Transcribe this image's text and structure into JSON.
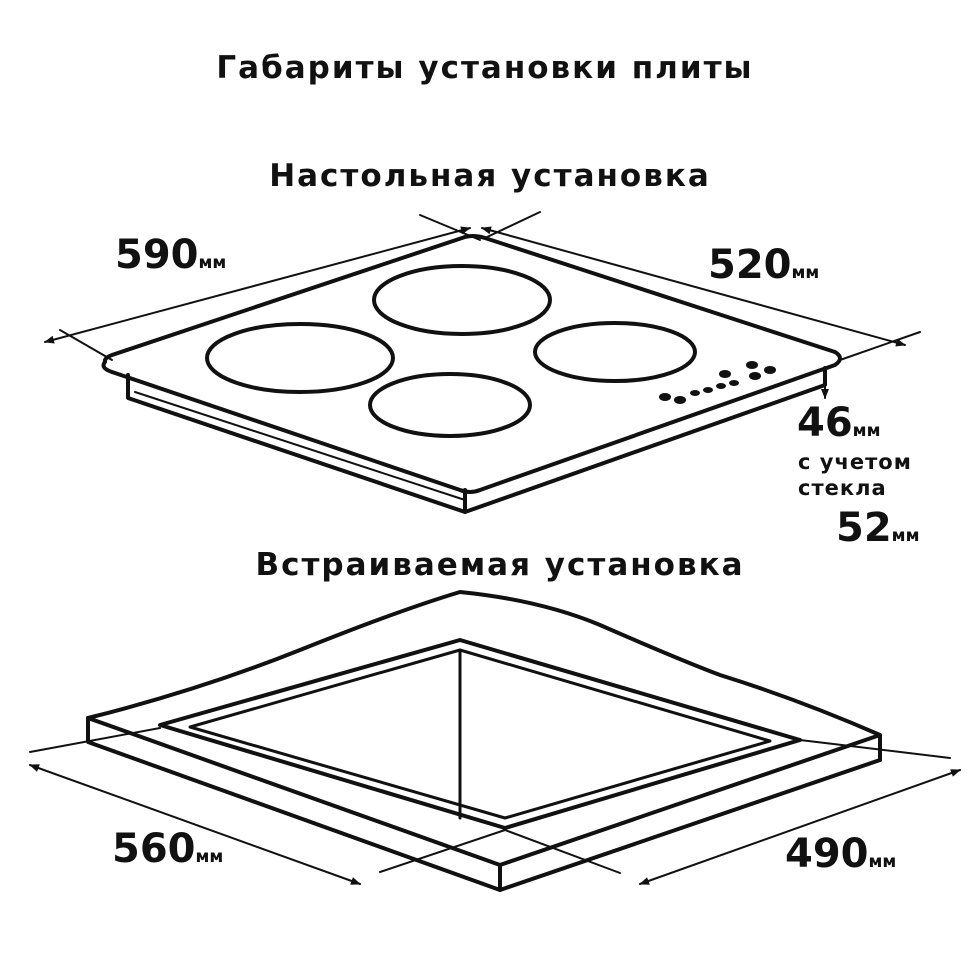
{
  "title": "Габариты установки плиты",
  "surface": {
    "heading": "Настольная установка",
    "width": "590",
    "depth": "520",
    "height": "46",
    "height_note": [
      "с учетом",
      "стекла"
    ],
    "height_with_glass": "52",
    "unit": "мм"
  },
  "builtin": {
    "heading": "Встраиваемая установка",
    "width": "560",
    "depth": "490",
    "unit": "мм"
  },
  "colors": {
    "line": "#111111",
    "background": "#ffffff"
  }
}
